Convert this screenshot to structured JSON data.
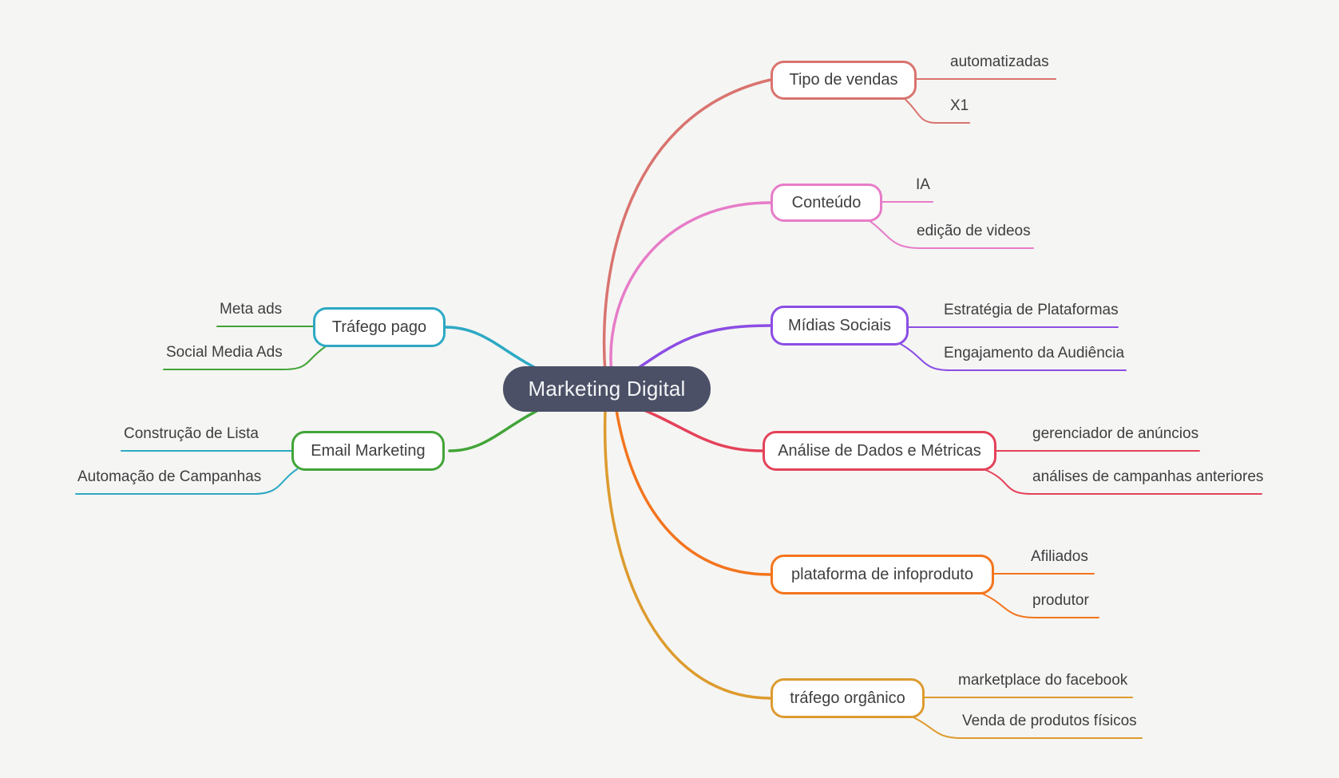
{
  "canvas": {
    "background": "#f5f5f3"
  },
  "root": {
    "label": "Marketing Digital",
    "background": "#4b5066",
    "text_color": "#f3f4f6"
  },
  "branches": [
    {
      "label": "Tipo de vendas",
      "color": "#d9736f",
      "side": "right",
      "children": [
        "automatizadas",
        "X1"
      ]
    },
    {
      "label": "Conteúdo",
      "color": "#e77cc8",
      "side": "right",
      "children": [
        "IA",
        "edição de videos"
      ]
    },
    {
      "label": "Mídias Sociais",
      "color": "#8b4de4",
      "side": "right",
      "children": [
        "Estratégia de Plataformas",
        "Engajamento da Audiência"
      ]
    },
    {
      "label": "Análise de Dados e Métricas",
      "color": "#e44259",
      "side": "right",
      "children": [
        "gerenciador de anúncios",
        "análises de campanhas anteriores"
      ]
    },
    {
      "label": "plataforma de infoproduto",
      "color": "#f4741d",
      "side": "right",
      "children": [
        "Afiliados",
        "produtor"
      ]
    },
    {
      "label": "tráfego orgânico",
      "color": "#dd9b2e",
      "side": "right",
      "children": [
        "marketplace do facebook",
        "Venda de produtos físicos"
      ]
    },
    {
      "label": "Tráfego pago",
      "color": "#2da9c4",
      "child_line_color": "#41a437",
      "side": "left",
      "children": [
        "Meta ads",
        "Social Media Ads"
      ]
    },
    {
      "label": "Email Marketing",
      "color": "#41a437",
      "child_line_color": "#2da9c4",
      "side": "left",
      "children": [
        "Construção de Lista",
        "Automação de Campanhas"
      ]
    }
  ]
}
